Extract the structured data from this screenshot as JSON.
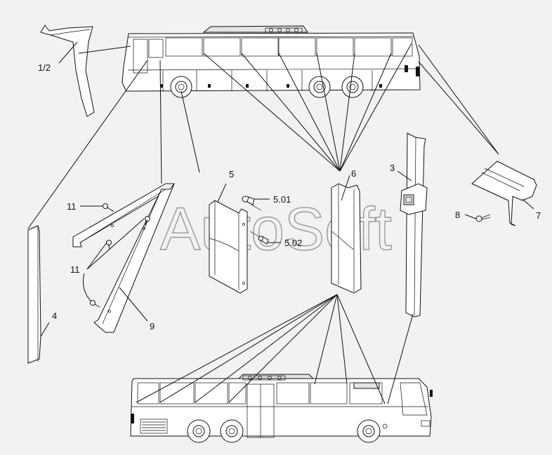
{
  "watermark": "AutoSoft",
  "labels": {
    "l1_2": "1/2",
    "l3": "3",
    "l4": "4",
    "l5": "5",
    "l5_01": "5.01",
    "l5_02": "5.02",
    "l6": "6",
    "l7": "7",
    "l8": "8",
    "l9": "9",
    "l11a": "11",
    "l11b": "11"
  }
}
